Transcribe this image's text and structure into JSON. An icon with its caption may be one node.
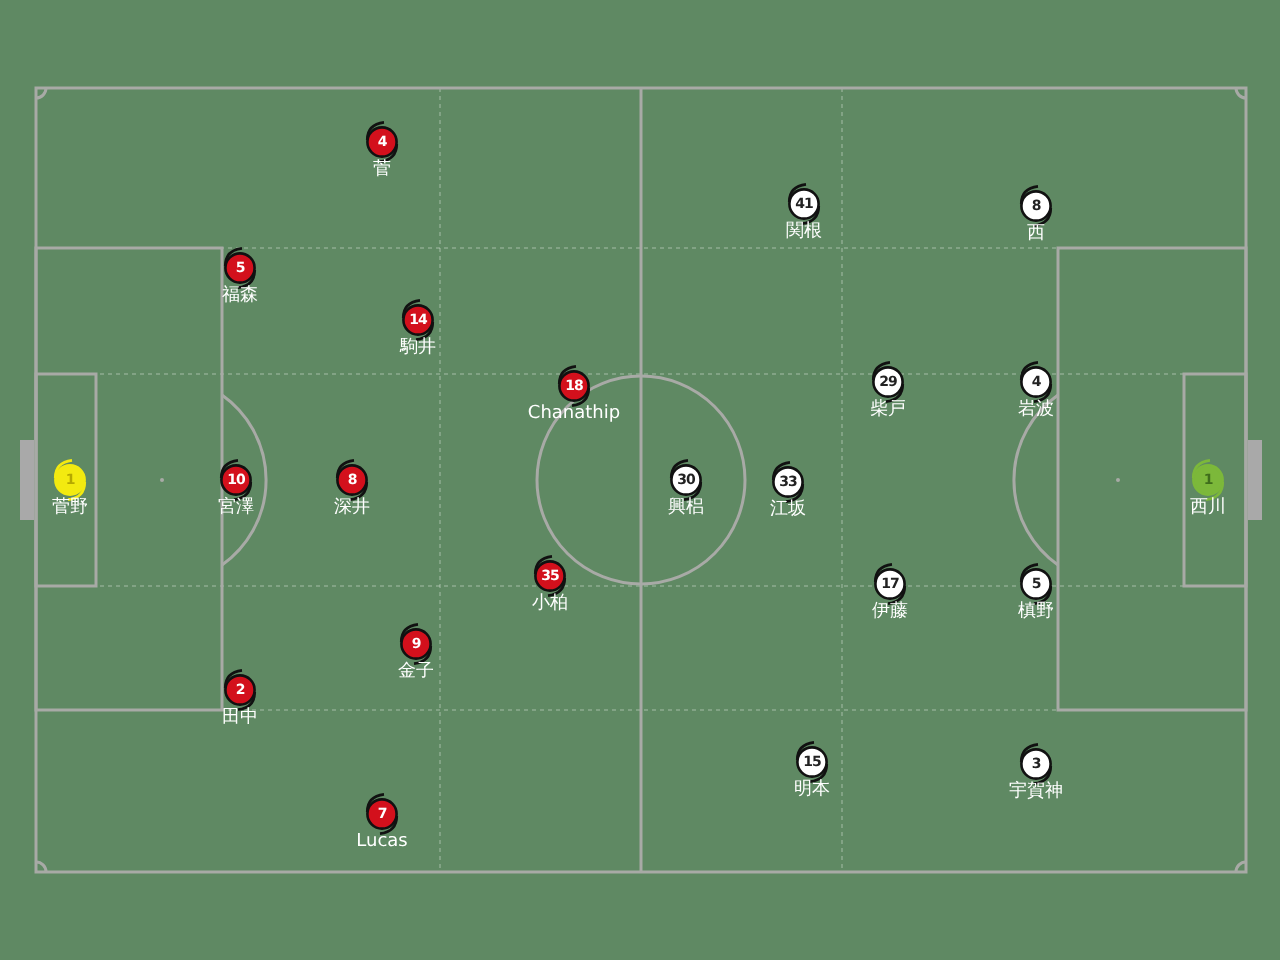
{
  "diagram": {
    "nodes": [
      {
        "text": [
          "1"
        ],
        "beside": [
          "菅野"
        ]
      },
      {
        "text": [
          "4"
        ],
        "beside": [
          "菅"
        ]
      },
      {
        "text": [
          "5"
        ],
        "beside": [
          "福森"
        ]
      },
      {
        "text": [
          "10"
        ],
        "beside": [
          "宮澤"
        ]
      },
      {
        "text": [
          "2"
        ],
        "beside": [
          "田中"
        ]
      },
      {
        "text": [
          "14"
        ],
        "beside": [
          "駒井"
        ]
      },
      {
        "text": [
          "8"
        ],
        "beside": [
          "深井"
        ]
      },
      {
        "text": [
          "9"
        ],
        "beside": [
          "金子"
        ]
      },
      {
        "text": [
          "7"
        ],
        "beside": [
          "Lucas"
        ]
      },
      {
        "text": [
          "18"
        ],
        "beside": [
          "Chanathip"
        ]
      },
      {
        "text": [
          "35"
        ],
        "beside": [
          "小柏"
        ]
      },
      {
        "text": [
          "30"
        ],
        "beside": [
          "興梠"
        ]
      },
      {
        "text": [
          "33"
        ],
        "beside": [
          "江坂"
        ]
      },
      {
        "text": [
          "41"
        ],
        "beside": [
          "関根"
        ]
      },
      {
        "text": [
          "29"
        ],
        "beside": [
          "柴戸"
        ]
      },
      {
        "text": [
          "17"
        ],
        "beside": [
          "伊藤"
        ]
      },
      {
        "text": [
          "15"
        ],
        "beside": [
          "明本"
        ]
      },
      {
        "text": [
          "8"
        ],
        "beside": [
          "西"
        ]
      },
      {
        "text": [
          "4"
        ],
        "beside": [
          "岩波"
        ]
      },
      {
        "text": [
          "5"
        ],
        "beside": [
          "槙野"
        ]
      },
      {
        "text": [
          "3"
        ],
        "beside": [
          "宇賀神"
        ]
      },
      {
        "text": [
          "1"
        ],
        "beside": [
          "西川"
        ]
      }
    ]
  }
}
